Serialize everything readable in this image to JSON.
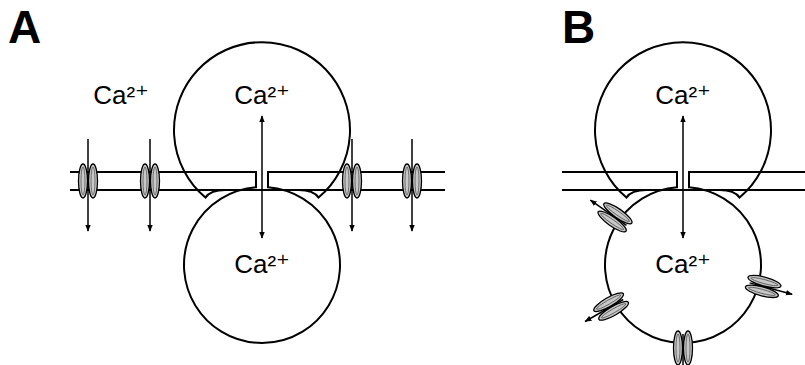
{
  "diagram": {
    "nodes": [
      {
        "text": [
          "Ca²⁺"
        ]
      },
      {
        "text": [
          "Ca²⁺"
        ]
      }
    ],
    "labels": [
      "A",
      "Ca²⁺",
      "Ca²⁺",
      "B",
      "Ca²⁺"
    ]
  }
}
